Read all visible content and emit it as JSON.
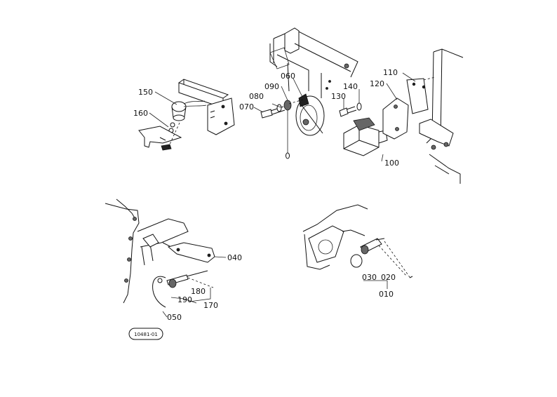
{
  "labels": {
    "p010": "010",
    "p020": "020",
    "p030": "030",
    "p040": "040",
    "p050": "050",
    "p060": "060",
    "p070": "070",
    "p080": "080",
    "p090": "090",
    "p100": "100",
    "p110": "110",
    "p120": "120",
    "p130": "130",
    "p140": "140",
    "p150": "150",
    "p160": "160",
    "p170": "170",
    "p180": "180",
    "p190": "190"
  },
  "drawing_id": "10481-01"
}
